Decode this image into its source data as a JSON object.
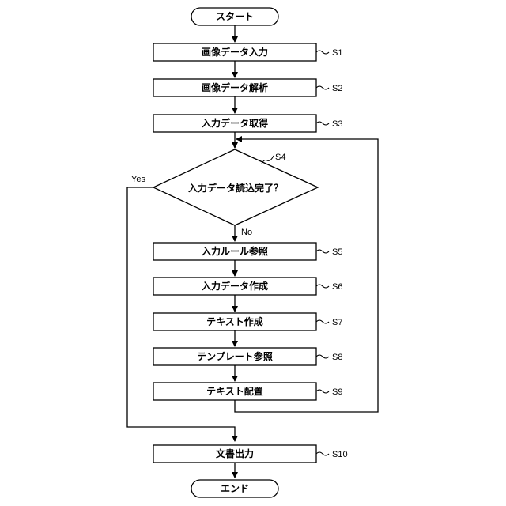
{
  "flowchart": {
    "start": "スタート",
    "end": "エンド",
    "decision": {
      "label": "入力データ読込完了？",
      "step": "S4",
      "yes": "Yes",
      "no": "No"
    },
    "steps": [
      {
        "label": "画像データ入力",
        "id": "S1"
      },
      {
        "label": "画像データ解析",
        "id": "S2"
      },
      {
        "label": "入力データ取得",
        "id": "S3"
      },
      {
        "label": "入力ルール参照",
        "id": "S5"
      },
      {
        "label": "入力データ作成",
        "id": "S6"
      },
      {
        "label": "テキスト作成",
        "id": "S7"
      },
      {
        "label": "テンプレート参照",
        "id": "S8"
      },
      {
        "label": "テキスト配置",
        "id": "S9"
      },
      {
        "label": "文書出力",
        "id": "S10"
      }
    ]
  }
}
